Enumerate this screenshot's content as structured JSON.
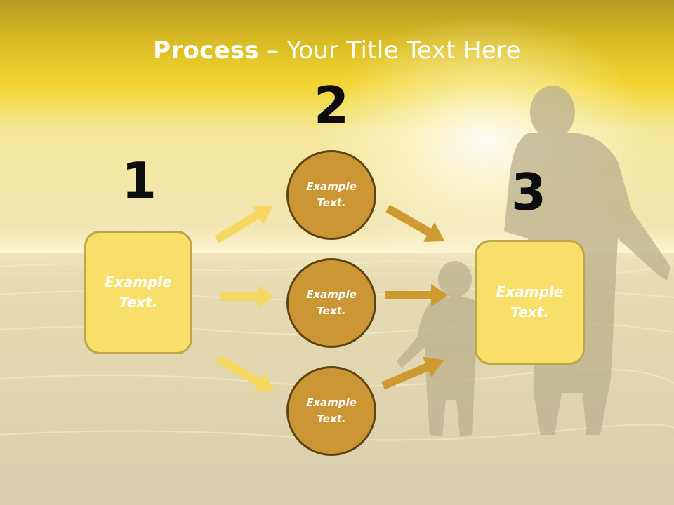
{
  "slide": {
    "title_bold": "Process",
    "title_rest": " – Your Title Text Here"
  },
  "steps": {
    "one": "1",
    "two": "2",
    "three": "3"
  },
  "nodes": {
    "left_box": "Example Text.",
    "circle_top": "Example Text.",
    "circle_mid": "Example Text.",
    "circle_bot": "Example Text.",
    "right_box": "Example Text."
  },
  "colors": {
    "header_yellow": "#f0d020",
    "box_fill": "#f7df6a",
    "circle_fill": "#cd9634",
    "arrow_light": "#f4d862",
    "arrow_dark": "#cf9a32"
  }
}
